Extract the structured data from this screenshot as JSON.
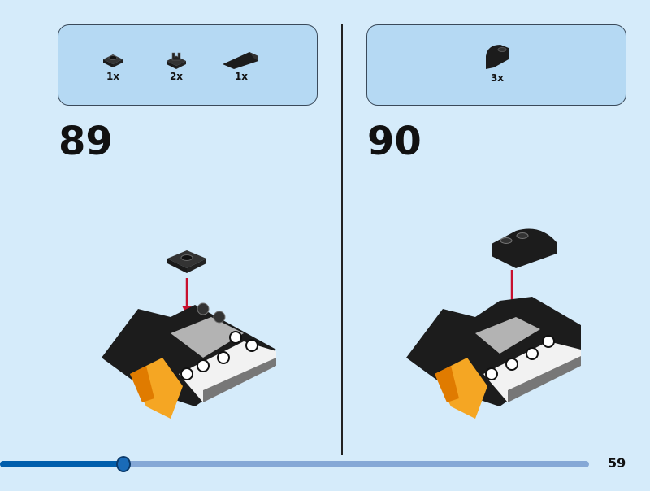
{
  "steps": [
    {
      "number": "89",
      "parts": [
        {
          "icon": "plate-1x1-icon",
          "qty": "1x"
        },
        {
          "icon": "clip-plate-icon",
          "qty": "2x"
        },
        {
          "icon": "slope-icon",
          "qty": "1x"
        }
      ]
    },
    {
      "number": "90",
      "parts": [
        {
          "icon": "curved-slope-icon",
          "qty": "3x"
        }
      ]
    }
  ],
  "progress": {
    "percent": 21,
    "colors": {
      "fill": "#005eac",
      "track": "#85a8d6"
    }
  },
  "page_number": "59"
}
